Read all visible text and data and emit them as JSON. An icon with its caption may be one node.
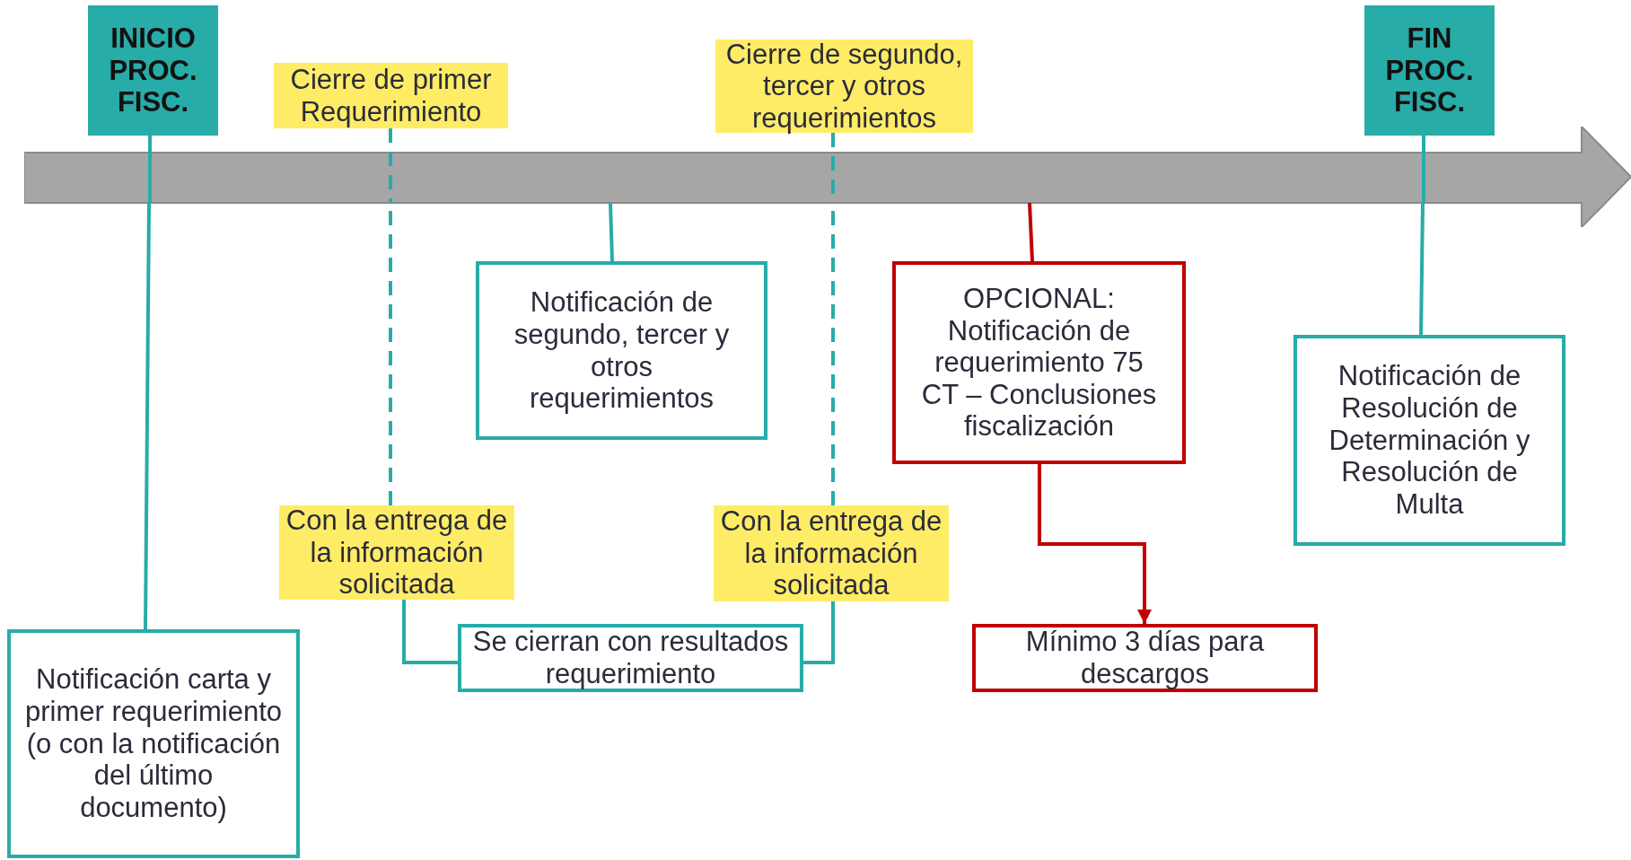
{
  "diagram": {
    "nodes": [
      {
        "text": [
          "INICIO PROC. FISC."
        ]
      },
      {
        "text": [
          "Cierre de primer Requerimiento"
        ]
      },
      {
        "text": [
          "Cierre de segundo, tercer y otros requerimientos"
        ]
      },
      {
        "text": [
          "FIN PROC. FISC."
        ]
      },
      {
        "text": [],
        "shape": "arrow"
      },
      {
        "text": [
          "Notificación de segundo, tercer y otros requerimientos"
        ]
      },
      {
        "text": [
          "OPCIONAL: Notificación de requerimiento 75 CT – Conclusiones fiscalización"
        ]
      },
      {
        "text": [
          "Notificación de Resolución de Determinación y Resolución de Multa"
        ]
      },
      {
        "text": [
          "Con la entrega de la información solicitada"
        ]
      },
      {
        "text": [
          "Con la entrega de la información solicitada"
        ]
      },
      {
        "text": [
          "Se cierran con resultados requerimiento"
        ]
      },
      {
        "text": [
          "Mínimo 3 días para descargos"
        ]
      },
      {
        "text": [
          "Notificación carta y primer requerimiento (o con la notificación del último documento)"
        ]
      }
    ],
    "edges": [
      {
        "from": 0,
        "to": 4,
        "arrow": "none"
      },
      {
        "from": 12,
        "to": 4,
        "arrow": "none"
      },
      {
        "from": 1,
        "to": 4,
        "arrow": "none",
        "style": "dashed"
      },
      {
        "from": 8,
        "to": 4,
        "arrow": "none",
        "style": "dashed"
      },
      {
        "from": 5,
        "to": 4,
        "arrow": "none"
      },
      {
        "from": 2,
        "to": 4,
        "arrow": "none",
        "style": "dashed"
      },
      {
        "from": 9,
        "to": 4,
        "arrow": "none",
        "style": "dashed"
      },
      {
        "from": 6,
        "to": 4,
        "arrow": "none",
        "color": "#c00000"
      },
      {
        "from": 6,
        "to": 11,
        "arrow": "to",
        "color": "#c00000"
      },
      {
        "from": 3,
        "to": 4,
        "arrow": "none"
      },
      {
        "from": 7,
        "to": 4,
        "arrow": "none"
      },
      {
        "from": 8,
        "to": 10,
        "arrow": "none"
      },
      {
        "from": 9,
        "to": 10,
        "arrow": "none"
      }
    ]
  }
}
